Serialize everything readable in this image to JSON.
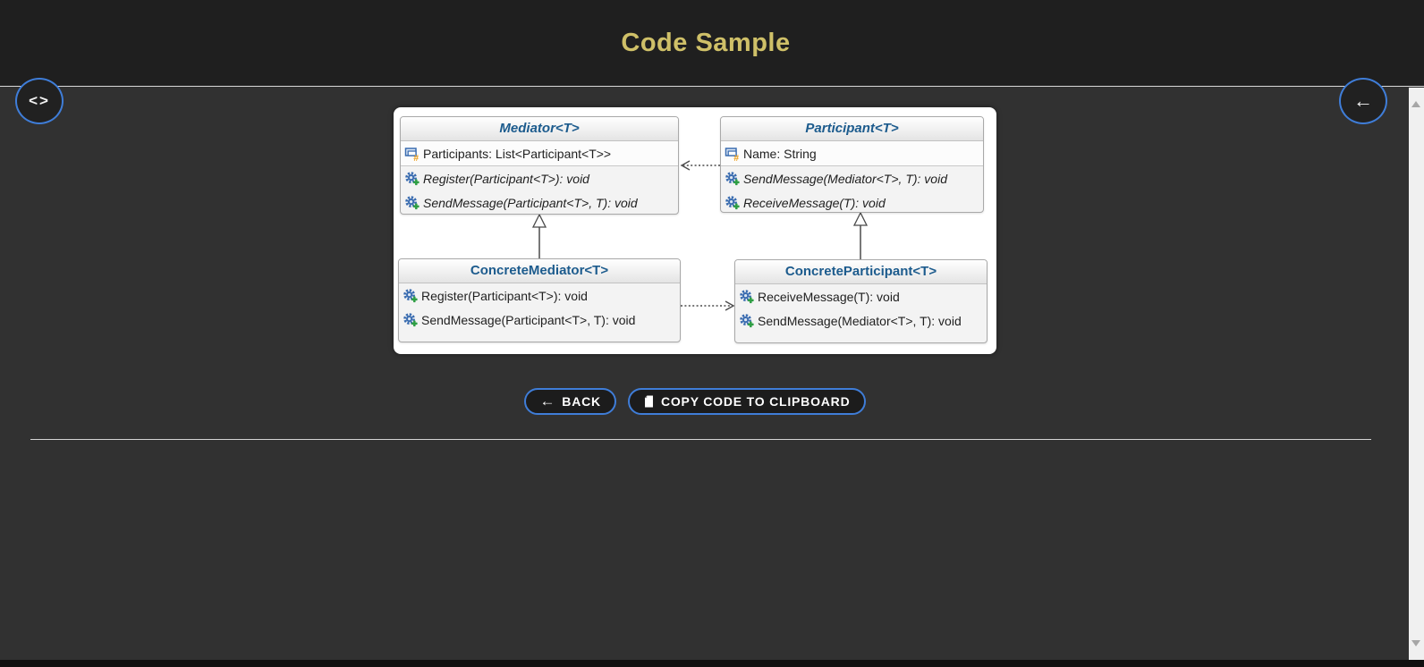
{
  "header": {
    "title": "Code Sample"
  },
  "icons": {
    "code_glyph": "<>",
    "back_arrow_glyph": "←"
  },
  "diagram": {
    "classes": [
      {
        "name": "Mediator<T>",
        "kind": "abstract",
        "fields": [
          "Participants: List<Participant<T>>"
        ],
        "methods": [
          "Register(Participant<T>): void",
          "SendMessage(Participant<T>, T): void"
        ]
      },
      {
        "name": "Participant<T>",
        "kind": "abstract",
        "fields": [
          "Name: String"
        ],
        "methods": [
          "SendMessage(Mediator<T>, T): void",
          "ReceiveMessage(T): void"
        ]
      },
      {
        "name": "ConcreteMediator<T>",
        "kind": "concrete",
        "fields": [],
        "methods": [
          "Register(Participant<T>): void",
          "SendMessage(Participant<T>, T): void"
        ]
      },
      {
        "name": "ConcreteParticipant<T>",
        "kind": "concrete",
        "fields": [],
        "methods": [
          "ReceiveMessage(T): void",
          "SendMessage(Mediator<T>, T): void"
        ]
      }
    ],
    "relations": [
      {
        "from": "ConcreteMediator<T>",
        "to": "Mediator<T>",
        "type": "inheritance"
      },
      {
        "from": "ConcreteParticipant<T>",
        "to": "Participant<T>",
        "type": "inheritance"
      },
      {
        "from": "Participant<T>",
        "to": "Mediator<T>",
        "type": "dashed-dependency"
      },
      {
        "from": "ConcreteMediator<T>",
        "to": "ConcreteParticipant<T>",
        "type": "dashed-dependency"
      }
    ]
  },
  "actions": {
    "back": "BACK",
    "copy": "COPY CODE TO CLIPBOARD"
  },
  "colors": {
    "accent_blue": "#3f7dd8",
    "title_gold": "#cfc068",
    "class_title_blue": "#1c5b8d",
    "header_bg": "#1f1f1f",
    "page_bg": "#313131",
    "gear_blue": "#3a6cb0",
    "plus_green": "#2f9e44",
    "hash_orange": "#efa019"
  }
}
